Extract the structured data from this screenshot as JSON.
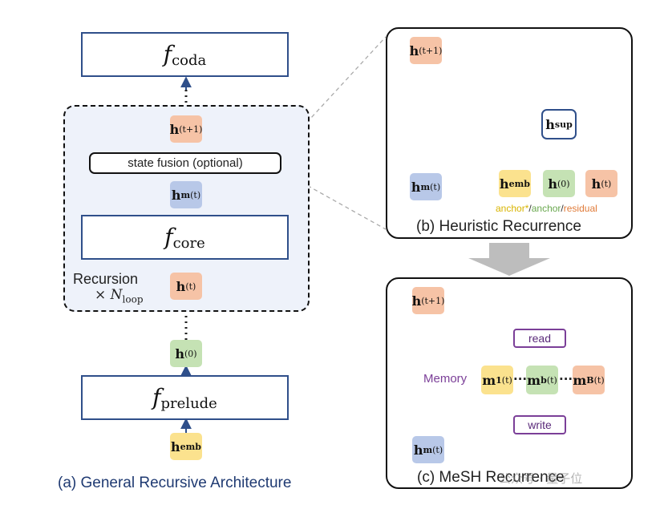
{
  "left": {
    "f_coda": {
      "base": "f",
      "sub": "coda"
    },
    "f_core": {
      "base": "f",
      "sub": "core"
    },
    "f_prelude": {
      "base": "f",
      "sub": "prelude"
    },
    "h_t1": {
      "base": "h",
      "sup": "(t+1)"
    },
    "state_fusion": "state fusion (optional)",
    "h_m": {
      "base": "h",
      "sub": "m",
      "sup": "(t)"
    },
    "h_t": {
      "base": "h",
      "sup": "(t)"
    },
    "h_0": {
      "base": "h",
      "sup": "(0)"
    },
    "h_emb": {
      "base": "h",
      "sub": "emb"
    },
    "recursion_label": "Recursion",
    "loop_label": {
      "times": "× ",
      "N": "N",
      "sub": "loop"
    },
    "caption": "(a) General Recursive Architecture"
  },
  "panel_b": {
    "h_t1": {
      "base": "h",
      "sup": "(t+1)"
    },
    "h_sup": {
      "base": "h",
      "sub": "sup"
    },
    "h_m": {
      "base": "h",
      "sub": "m",
      "sup": "(t)"
    },
    "h_emb": {
      "base": "h",
      "sub": "emb"
    },
    "h_0": {
      "base": "h",
      "sup": "(0)"
    },
    "h_t": {
      "base": "h",
      "sup": "(t)"
    },
    "opt_anchor_star": "anchor*",
    "opt_sep1": "/",
    "opt_anchor": "anchor",
    "opt_sep2": "/",
    "opt_residual": "residual",
    "caption": "(b) Heuristic Recurrence"
  },
  "panel_c": {
    "h_t1": {
      "base": "h",
      "sup": "(t+1)"
    },
    "read": "read",
    "write": "write",
    "memory_label": "Memory",
    "m1": {
      "base": "m",
      "sub": "1",
      "sup": "(t)"
    },
    "mb": {
      "base": "m",
      "sub": "b",
      "sup": "(t)"
    },
    "mB": {
      "base": "m",
      "sub": "B",
      "sup": "(t)"
    },
    "dots": "···",
    "h_m": {
      "base": "h",
      "sub": "m",
      "sup": "(t)"
    },
    "caption": "(c) MeSH Recurrence"
  },
  "watermark": "公众号 · 量子位",
  "colors": {
    "arrow_blue": "#2f4f8a",
    "token_orange": "#f6c3a6",
    "token_blue": "#b8c8e8",
    "token_green": "#c5e2b4",
    "token_yellow": "#fbe28e",
    "memory_purple": "#7b3f98",
    "anchor_star": "#d8b400",
    "anchor": "#6aa84f",
    "residual": "#e07b39"
  }
}
